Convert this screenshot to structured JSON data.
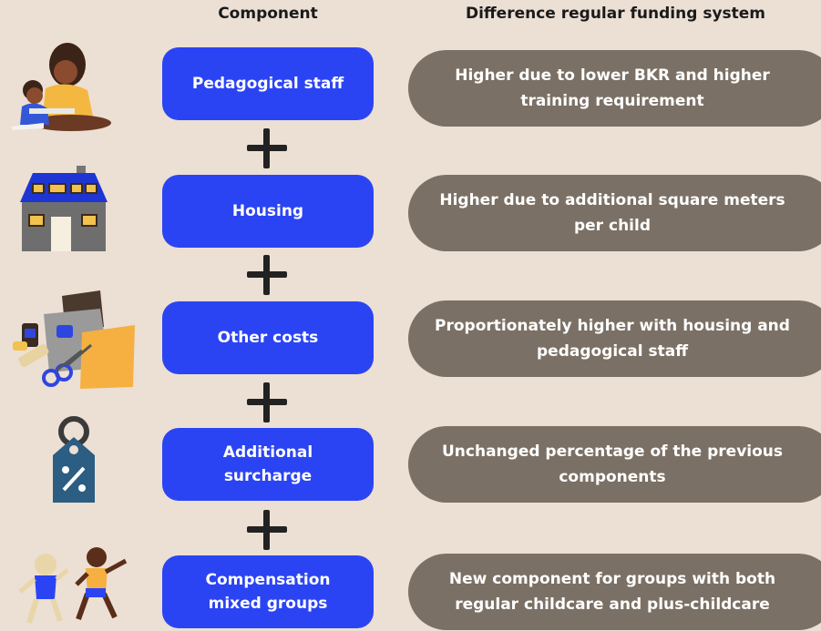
{
  "headers": {
    "component": "Component",
    "difference": "Difference regular funding system"
  },
  "rows": [
    {
      "component": "Pedagogical staff",
      "difference": "Higher due to lower BKR and higher\ntraining requirement",
      "icon": "caregiver-with-child-icon"
    },
    {
      "component": "Housing",
      "difference": "Higher due to additional square meters\nper child",
      "icon": "house-icon"
    },
    {
      "component": "Other costs",
      "difference": "Proportionately higher with housing and\npedagogical staff",
      "icon": "craft-supplies-icon"
    },
    {
      "component": "Additional\nsurcharge",
      "difference": "Unchanged percentage of the previous\ncomponents",
      "icon": "percent-tag-icon"
    },
    {
      "component": "Compensation\nmixed groups",
      "difference": "New component for groups with both\nregular childcare and plus-childcare",
      "icon": "playing-children-icon"
    }
  ],
  "colors": {
    "background": "#ecdfd4",
    "component_box": "#2b44f3",
    "difference_pill": "#7b7065",
    "plus": "#222222"
  }
}
